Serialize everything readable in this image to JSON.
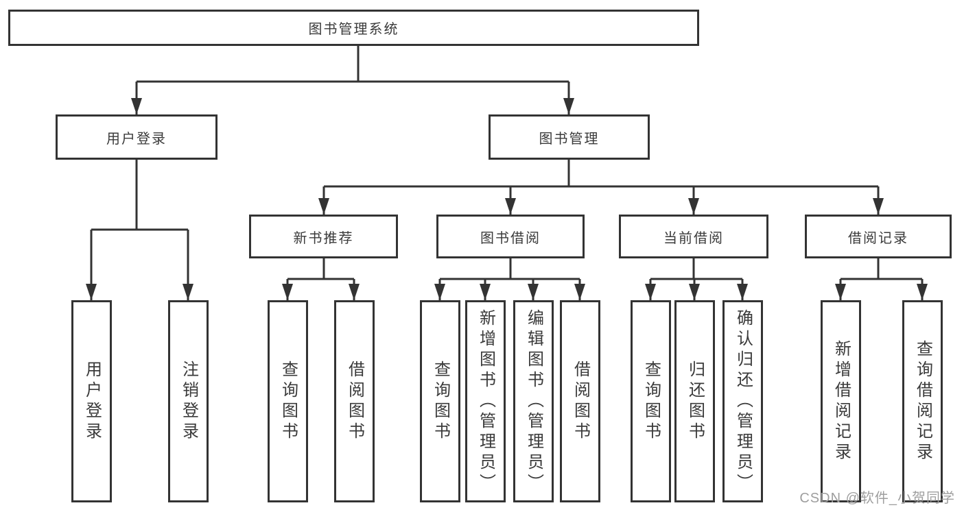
{
  "nodes": {
    "root": "图书管理系统",
    "user_login": "用户登录",
    "book_management": "图书管理",
    "new_book_recommend": "新书推荐",
    "book_borrow": "图书借阅",
    "current_borrow": "当前借阅",
    "borrow_record": "借阅记录",
    "user_login_leaf": "用户登录",
    "logout_leaf": "注销登录",
    "rec_query_books": "查询图书",
    "rec_borrow_books": "借阅图书",
    "bb_query_books": "查询图书",
    "bb_add_books": "新增图书（管理员）",
    "bb_edit_books": "编辑图书（管理员）",
    "bb_borrow_books": "借阅图书",
    "cb_query_books": "查询图书",
    "cb_return_books": "归还图书",
    "cb_confirm_return": "确认归还（管理员）",
    "br_add_record": "新增借阅记录",
    "br_query_record": "查询借阅记录"
  },
  "watermark": "CSDN @软件_小贺同学",
  "colors": {
    "line": "#333333",
    "text": "#3a3a3a",
    "watermark": "#9e9e9e",
    "background": "#ffffff"
  }
}
